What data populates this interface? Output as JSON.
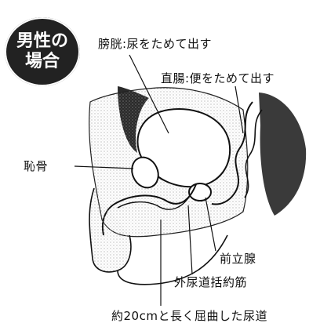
{
  "badge": {
    "line1": "男性の",
    "line2": "場合"
  },
  "labels": {
    "bladder": "膀胱:尿をためて出す",
    "rectum": "直腸:便をためて出す",
    "pubic_bone": "恥骨",
    "prostate": "前立腺",
    "external_sphincter": "外尿道括約筋",
    "urethra": "約20cmと長く屈曲した尿道"
  }
}
